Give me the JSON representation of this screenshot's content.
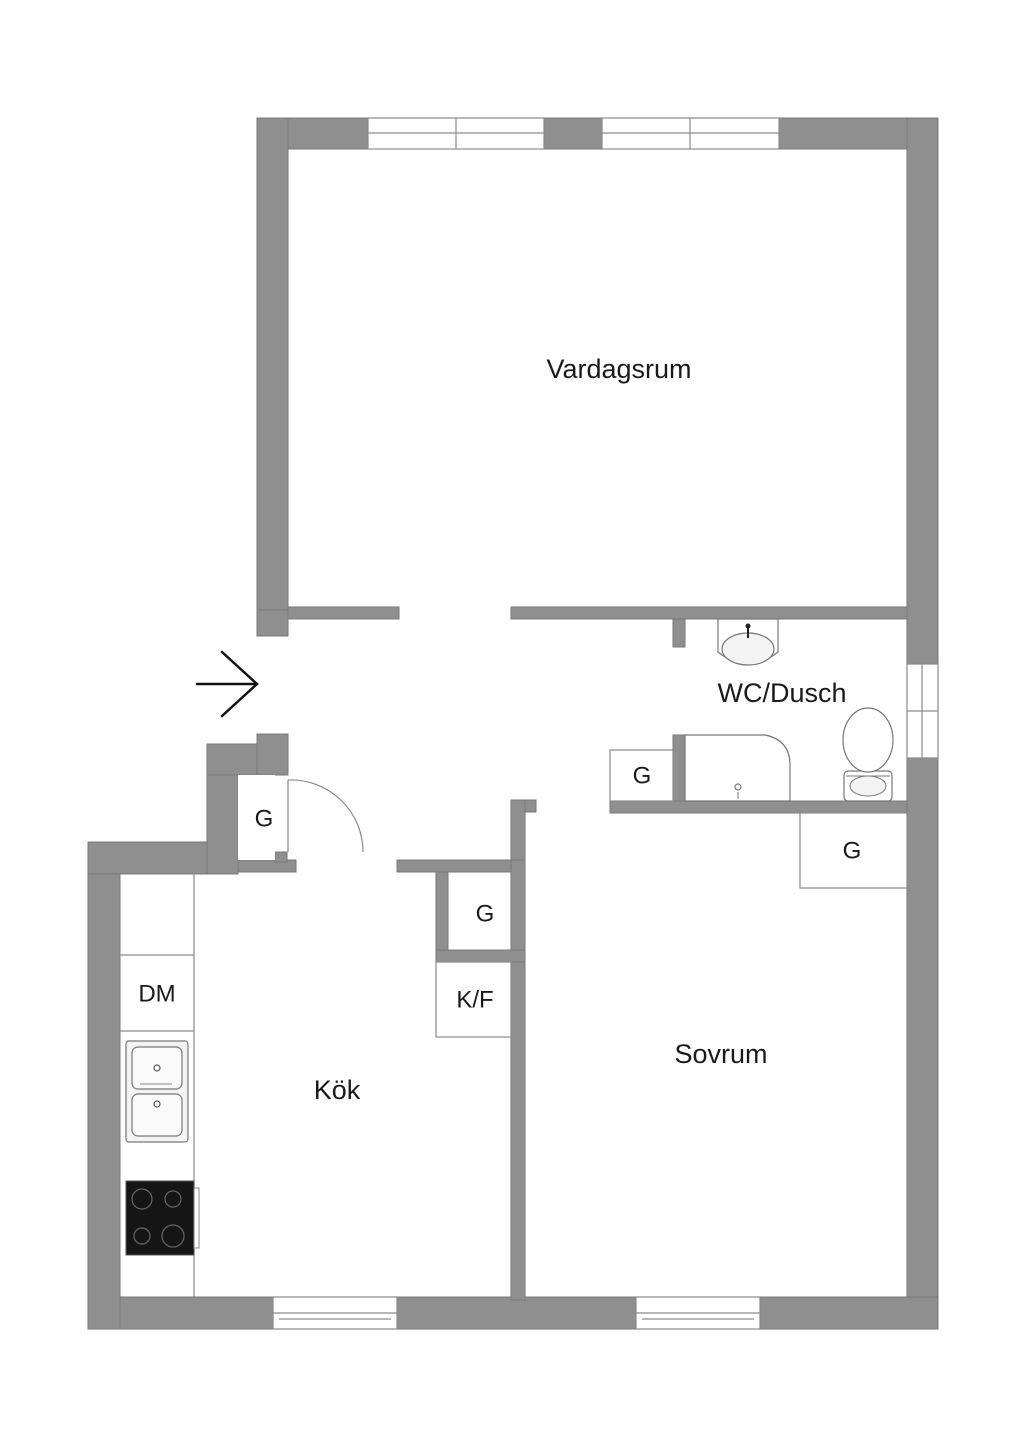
{
  "rooms": {
    "living": "Vardagsrum",
    "bath": "WC/Dusch",
    "kitchen": "Kök",
    "bedroom": "Sovrum"
  },
  "closets": {
    "entry": "G",
    "bath": "G",
    "bedroom": "G",
    "kitchen": "G"
  },
  "appliances": {
    "dishwasher": "DM",
    "fridge_freezer": "K/F"
  },
  "icons": {
    "entrance": "entrance-arrow-icon",
    "sink": "washbasin-icon",
    "toilet": "toilet-icon",
    "shower": "shower-icon",
    "kitchen_sink": "kitchen-sink-icon",
    "stove": "stove-icon"
  },
  "colors": {
    "wall": "#8f8f8f",
    "background": "#ffffff",
    "text": "#1a1a1a"
  }
}
